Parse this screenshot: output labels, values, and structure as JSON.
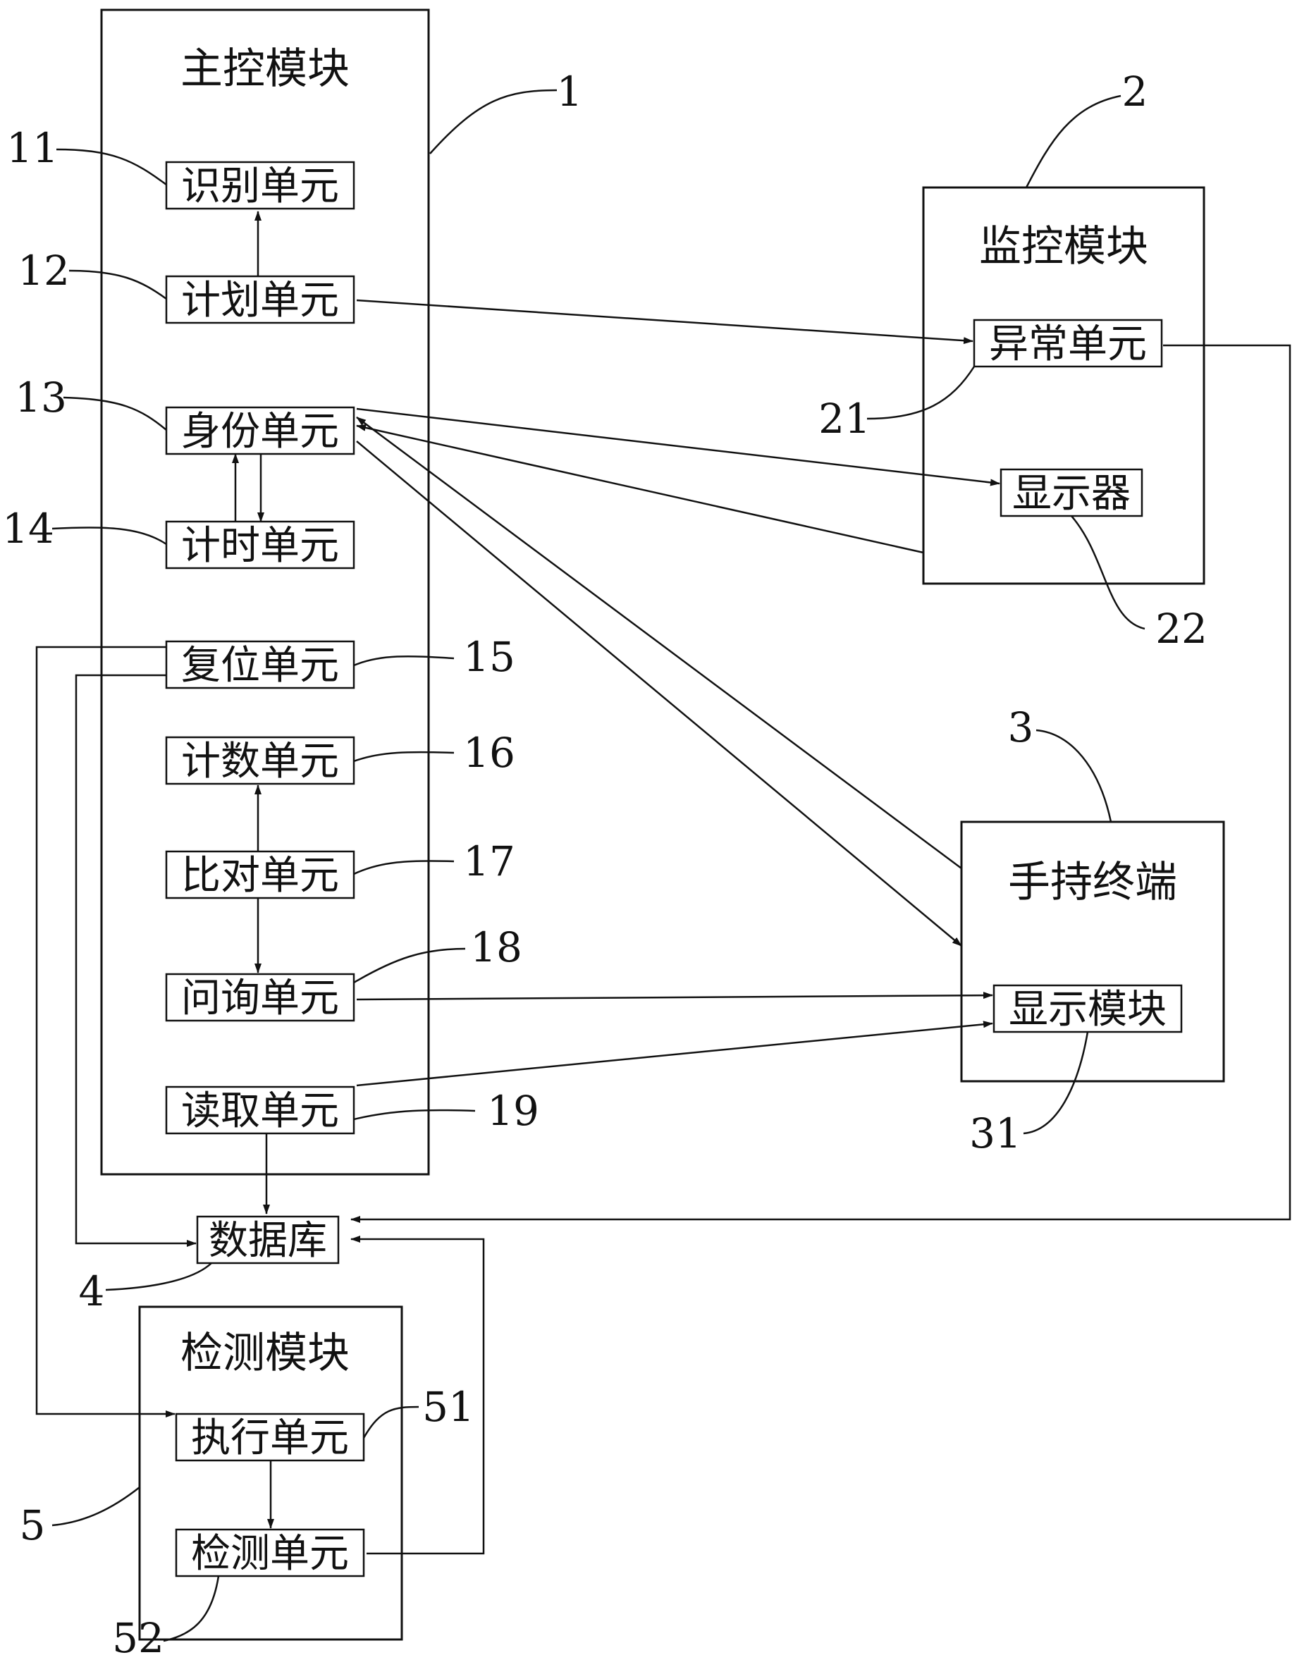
{
  "modules": {
    "main": {
      "title": "主控模块",
      "ref": "1"
    },
    "monitor": {
      "title": "监控模块",
      "ref": "2"
    },
    "handheld": {
      "title": "手持终端",
      "ref": "3"
    },
    "detect": {
      "title": "检测模块",
      "ref": "5"
    }
  },
  "units": {
    "identify": {
      "label": "识别单元",
      "ref": "11"
    },
    "plan": {
      "label": "计划单元",
      "ref": "12"
    },
    "identity": {
      "label": "身份单元",
      "ref": "13"
    },
    "timer": {
      "label": "计时单元",
      "ref": "14"
    },
    "reset": {
      "label": "复位单元",
      "ref": "15"
    },
    "count": {
      "label": "计数单元",
      "ref": "16"
    },
    "compare": {
      "label": "比对单元",
      "ref": "17"
    },
    "inquiry": {
      "label": "问询单元",
      "ref": "18"
    },
    "read": {
      "label": "读取单元",
      "ref": "19"
    },
    "abnormal": {
      "label": "异常单元",
      "ref": "21"
    },
    "monitor_display": {
      "label": "显示器",
      "ref": "22"
    },
    "display_module": {
      "label": "显示模块",
      "ref": "31"
    },
    "database": {
      "label": "数据库",
      "ref": "4"
    },
    "execute": {
      "label": "执行单元",
      "ref": "51"
    },
    "detect_unit": {
      "label": "检测单元",
      "ref": "52"
    }
  }
}
